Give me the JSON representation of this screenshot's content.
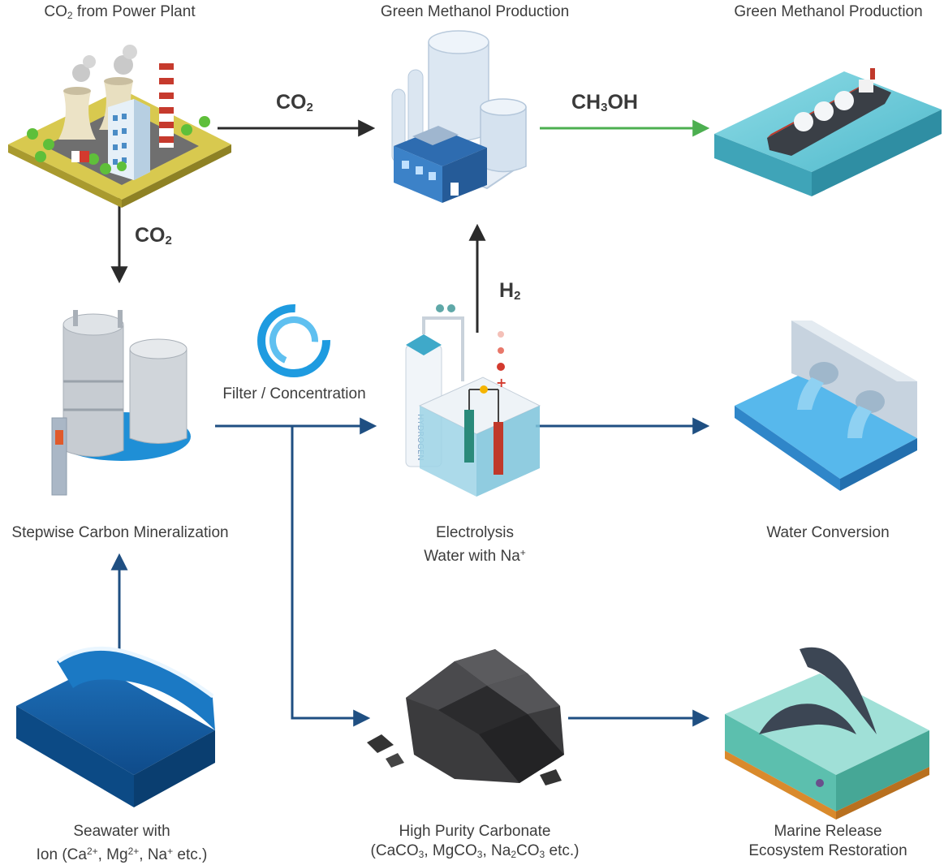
{
  "labels": {
    "power_plant_title": {
      "pre": "CO",
      "sub": "2",
      "post": " from Power Plant"
    },
    "methanol_title": "Green Methanol Production",
    "ship_title": "Green Methanol Production",
    "mineralization": "Stepwise Carbon Mineralization",
    "filter": "Filter / Concentration",
    "electrolysis_line1": "Electrolysis",
    "electrolysis_line2": {
      "text": "Water with Na",
      "sup": "+"
    },
    "water_conversion": "Water Conversion",
    "seawater_line1": "Seawater with",
    "seawater_line2": {
      "p1": "Ion (Ca",
      "s1": "2+",
      "p2": ", Mg",
      "s2": "2+",
      "p3": ", Na",
      "s3": "+",
      "p4": " etc.)"
    },
    "carbonate_line1": "High Purity Carbonate",
    "carbonate_line2": {
      "p1": "(CaCO",
      "s1": "3",
      "p2": ", MgCO",
      "s2": "3",
      "p3": ", Na",
      "s3": "2",
      "p4": "CO",
      "s4": "3",
      "p5": " etc.)"
    },
    "marine_line1": "Marine Release",
    "marine_line2": "Ecosystem Restoration",
    "hydrogen_tank_text": "HYDROGEN"
  },
  "flows": {
    "co2_right": {
      "main": "CO",
      "sub": "2"
    },
    "co2_down": {
      "main": "CO",
      "sub": "2"
    },
    "methanol": {
      "p1": "CH",
      "sub": "3",
      "p2": "OH"
    },
    "hydrogen": {
      "main": "H",
      "sub": "2"
    }
  },
  "colors": {
    "arrow_dark": "#2b2b2b",
    "arrow_green": "#4caf50",
    "arrow_blue": "#1f4f82",
    "water": "#5cc6d6",
    "grass": "#c9c04a",
    "coal": "#3a3a3a"
  }
}
